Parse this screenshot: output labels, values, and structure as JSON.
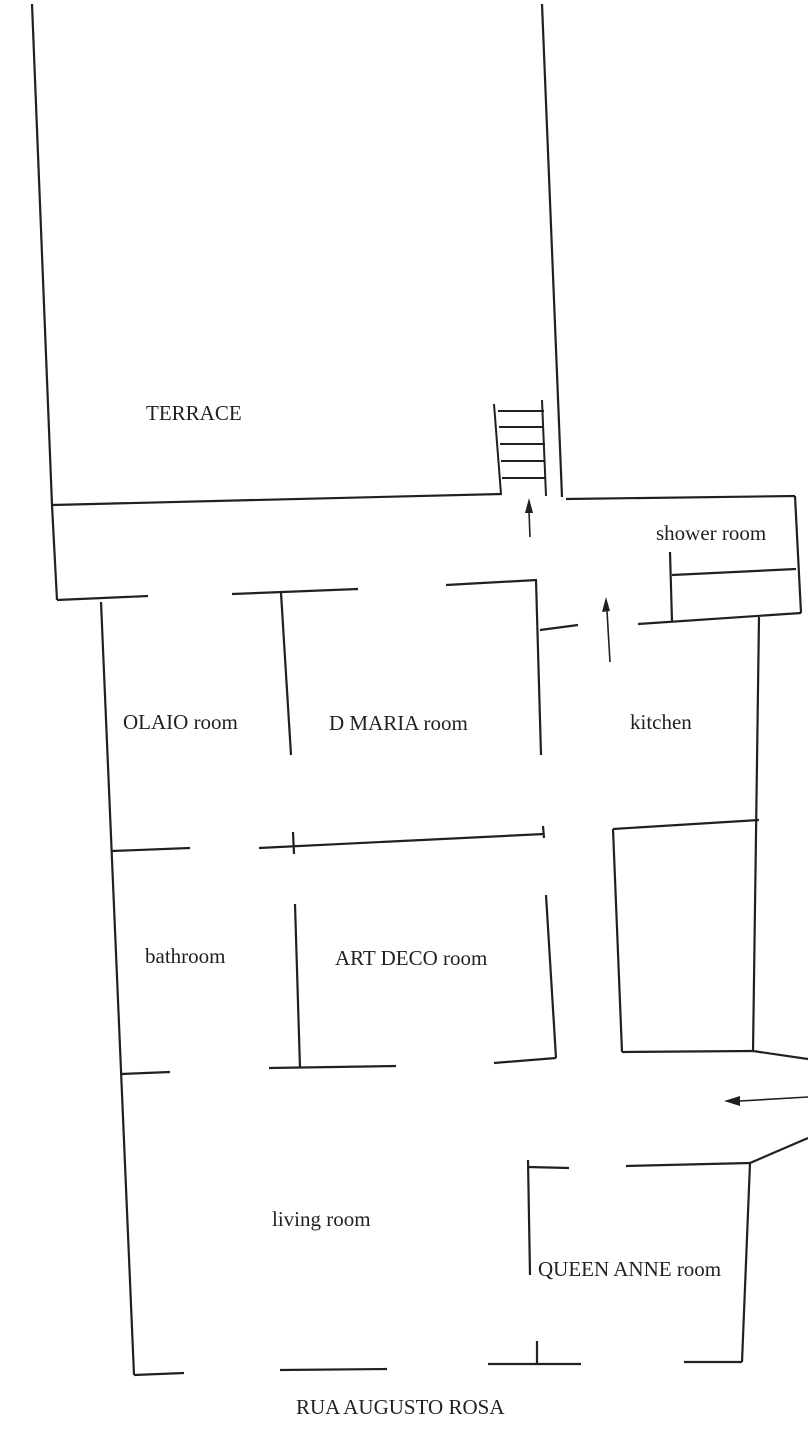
{
  "rooms": {
    "terrace": "TERRACE",
    "shower_room": "shower room",
    "olaio_room": "OLAIO room",
    "d_maria_room": "D MARIA room",
    "kitchen": "kitchen",
    "bathroom": "bathroom",
    "art_deco_room": "ART DECO room",
    "living_room": "living room",
    "queen_anne_room": "QUEEN ANNE room"
  },
  "street": "RUA AUGUSTO ROSA",
  "colors": {
    "line": "#231f20",
    "background": "#ffffff"
  }
}
